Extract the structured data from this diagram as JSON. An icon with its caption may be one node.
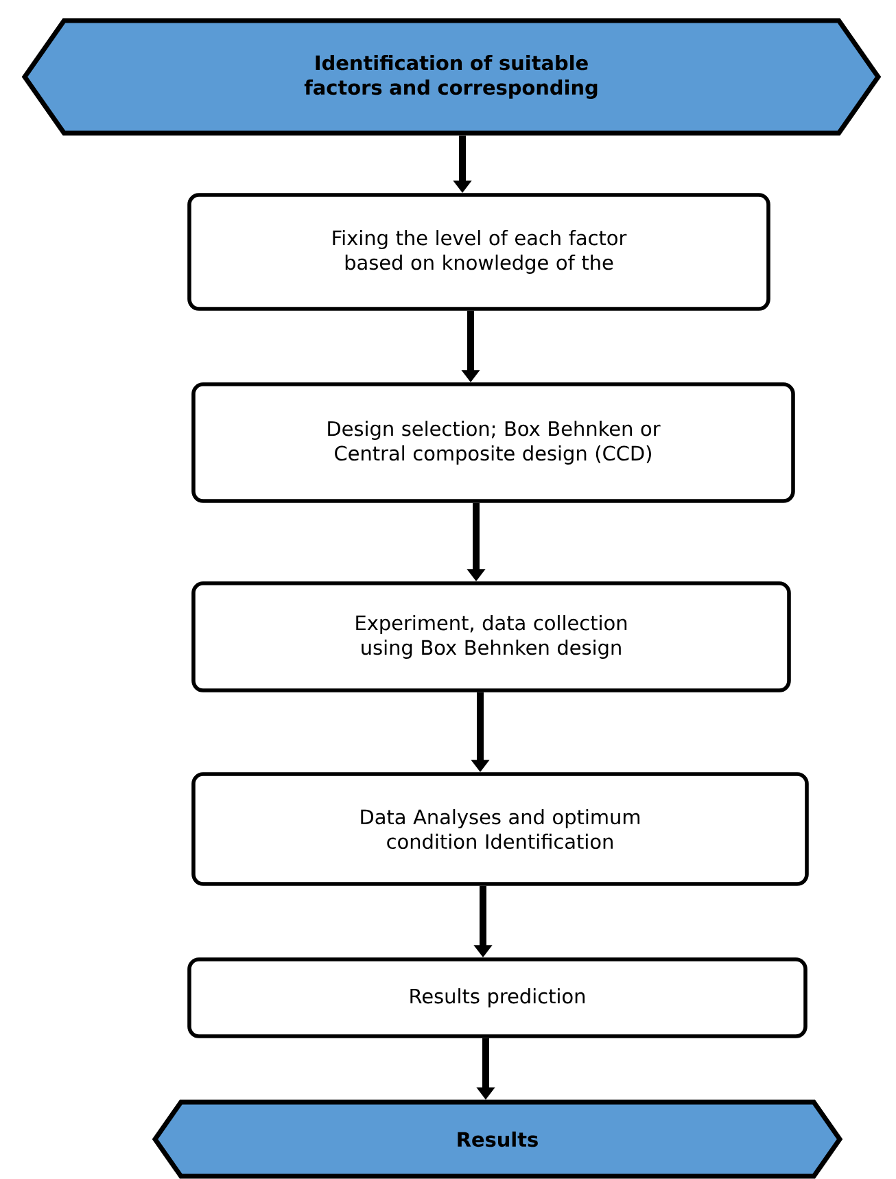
{
  "diagram": {
    "nodes": [
      {
        "text": [
          "Identification of suitable factors and corresponding"
        ]
      },
      {
        "text": [
          "Fixing the level of each factor based on knowledge of the"
        ]
      },
      {
        "text": [
          "Design selection; Box Behnken or Central composite design (CCD)"
        ]
      },
      {
        "text": [
          "Experiment, data collection using Box Behnken design"
        ]
      },
      {
        "text": [
          "Data Analyses and optimum condition Identification"
        ]
      },
      {
        "text": [
          "Results prediction"
        ]
      },
      {
        "text": [
          "Results"
        ]
      }
    ],
    "edges": [
      {
        "from": 0,
        "to": 1,
        "arrow": "to"
      },
      {
        "from": 1,
        "to": 2,
        "arrow": "to"
      },
      {
        "from": 2,
        "to": 3,
        "arrow": "to"
      },
      {
        "from": 3,
        "to": 4,
        "arrow": "to"
      },
      {
        "from": 4,
        "to": 5,
        "arrow": "to"
      },
      {
        "from": 5,
        "to": 6,
        "arrow": "to"
      }
    ]
  }
}
